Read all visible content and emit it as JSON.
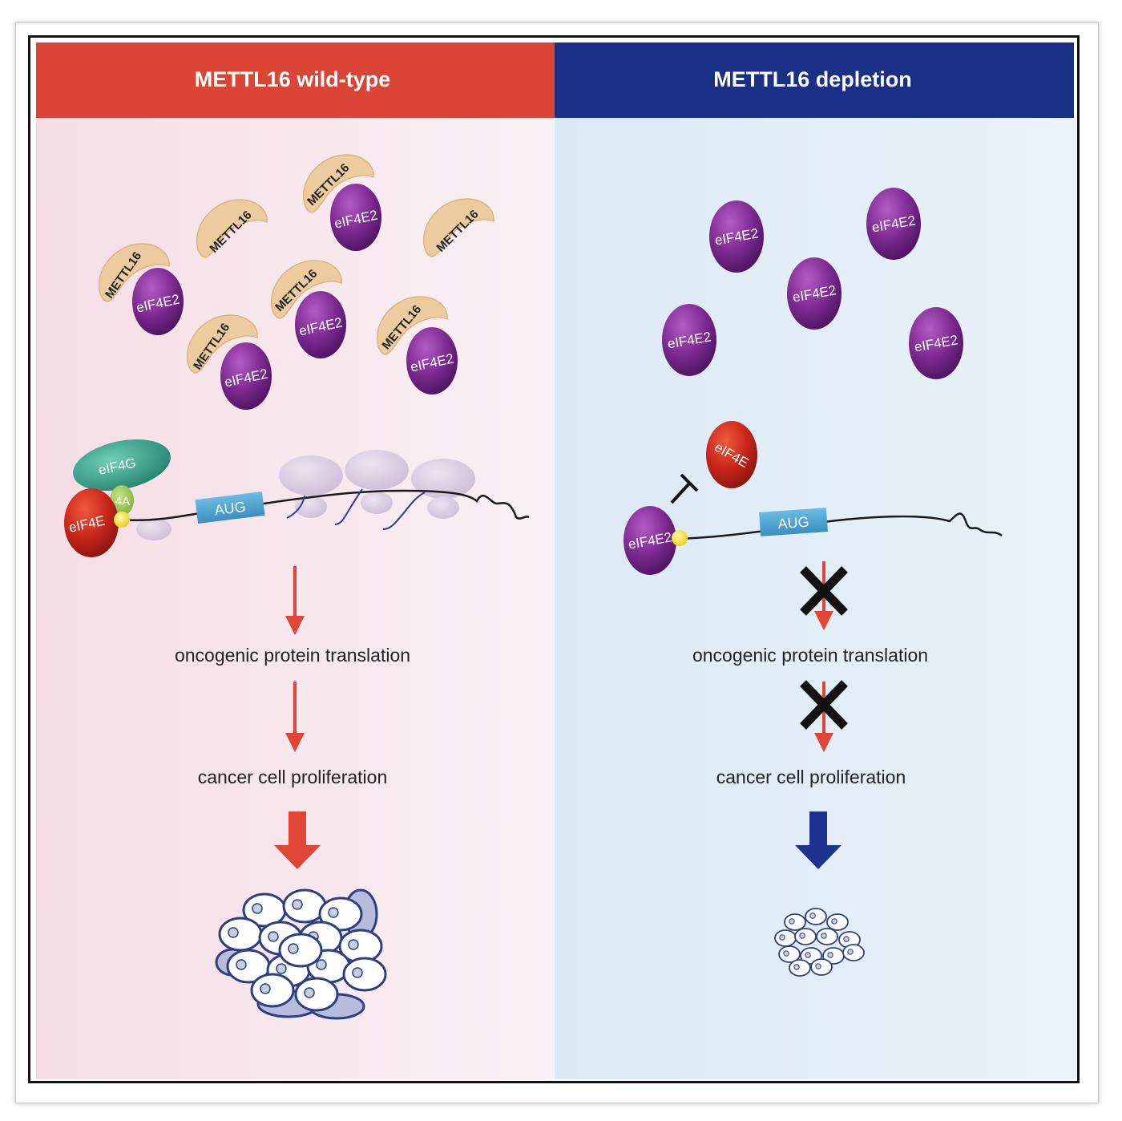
{
  "panels": {
    "left": {
      "title": "METTL16 wild-type",
      "step1": "oncogenic protein translation",
      "step2": "cancer cell proliferation"
    },
    "right": {
      "title": "METTL16 depletion",
      "step1": "oncogenic protein translation",
      "step2": "cancer cell proliferation"
    }
  },
  "labels": {
    "mettl16": "METTL16",
    "eif4e2": "eIF4E2",
    "eif4e": "eIF4E",
    "eif4g": "eIF4G",
    "eif4a": "4A",
    "aug": "AUG"
  },
  "colors": {
    "header_left": "#db4535",
    "header_right": "#1a2f86",
    "arrow_red": "#e04535",
    "arrow_blue": "#1e3290",
    "eif4e2_purple": "#7d2a91",
    "eif4e_red": "#c9261a",
    "mettl16_tan": "#eccb9f",
    "eif4g_teal": "#2f9e8a",
    "aug_blue": "#4aa3d1"
  }
}
